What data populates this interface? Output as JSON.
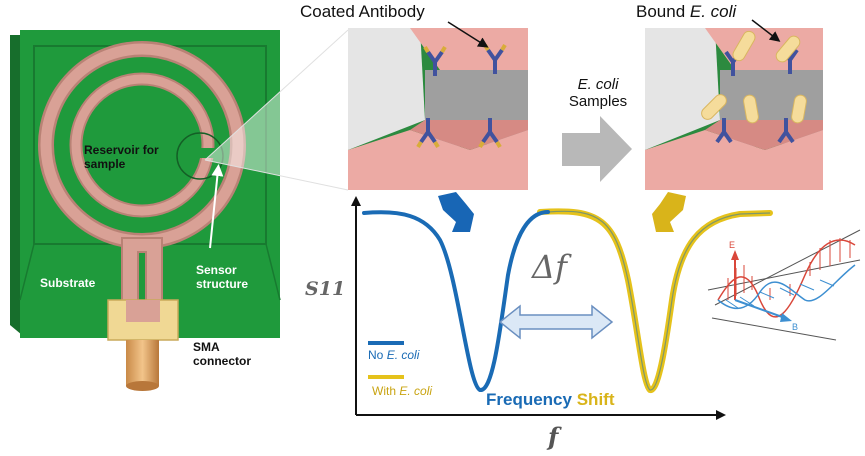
{
  "sensor": {
    "reservoir_label_line1": "Reservoir for",
    "reservoir_label_line2": "sample",
    "substrate_label": "Substrate",
    "sensor_structure_line1": "Sensor",
    "sensor_structure_line2": "structure",
    "sma_label_line1": "SMA",
    "sma_label_line2": "connector"
  },
  "detail": {
    "coated_antibody_label": "Coated Antibody",
    "bound_prefix": "Bound ",
    "bound_italic": "E. coli",
    "samples_italic": "E. coli",
    "samples_label": "Samples"
  },
  "plot": {
    "y_axis_label": "S11",
    "x_axis_label": "f",
    "delta_label": "Δf",
    "legend": [
      {
        "prefix": "No ",
        "italic": "E. coli",
        "color": "#1a6bb5"
      },
      {
        "prefix": "With ",
        "italic": "E. coli",
        "color": "#e5c21b"
      }
    ],
    "shift_word1": "Frequency",
    "shift_word2": "Shift"
  },
  "em_wave": {
    "e_label": "E",
    "b_label": "B"
  },
  "colors": {
    "substrate_green": "#1f9a3c",
    "copper": "#d79b8e",
    "no_ecoli_blue": "#1a6bb5",
    "with_ecoli_yellow": "#e5c21b",
    "arrow_gray": "#b8b8b8",
    "efield_red": "#d9473a",
    "bfield_blue": "#3d8fd1"
  }
}
